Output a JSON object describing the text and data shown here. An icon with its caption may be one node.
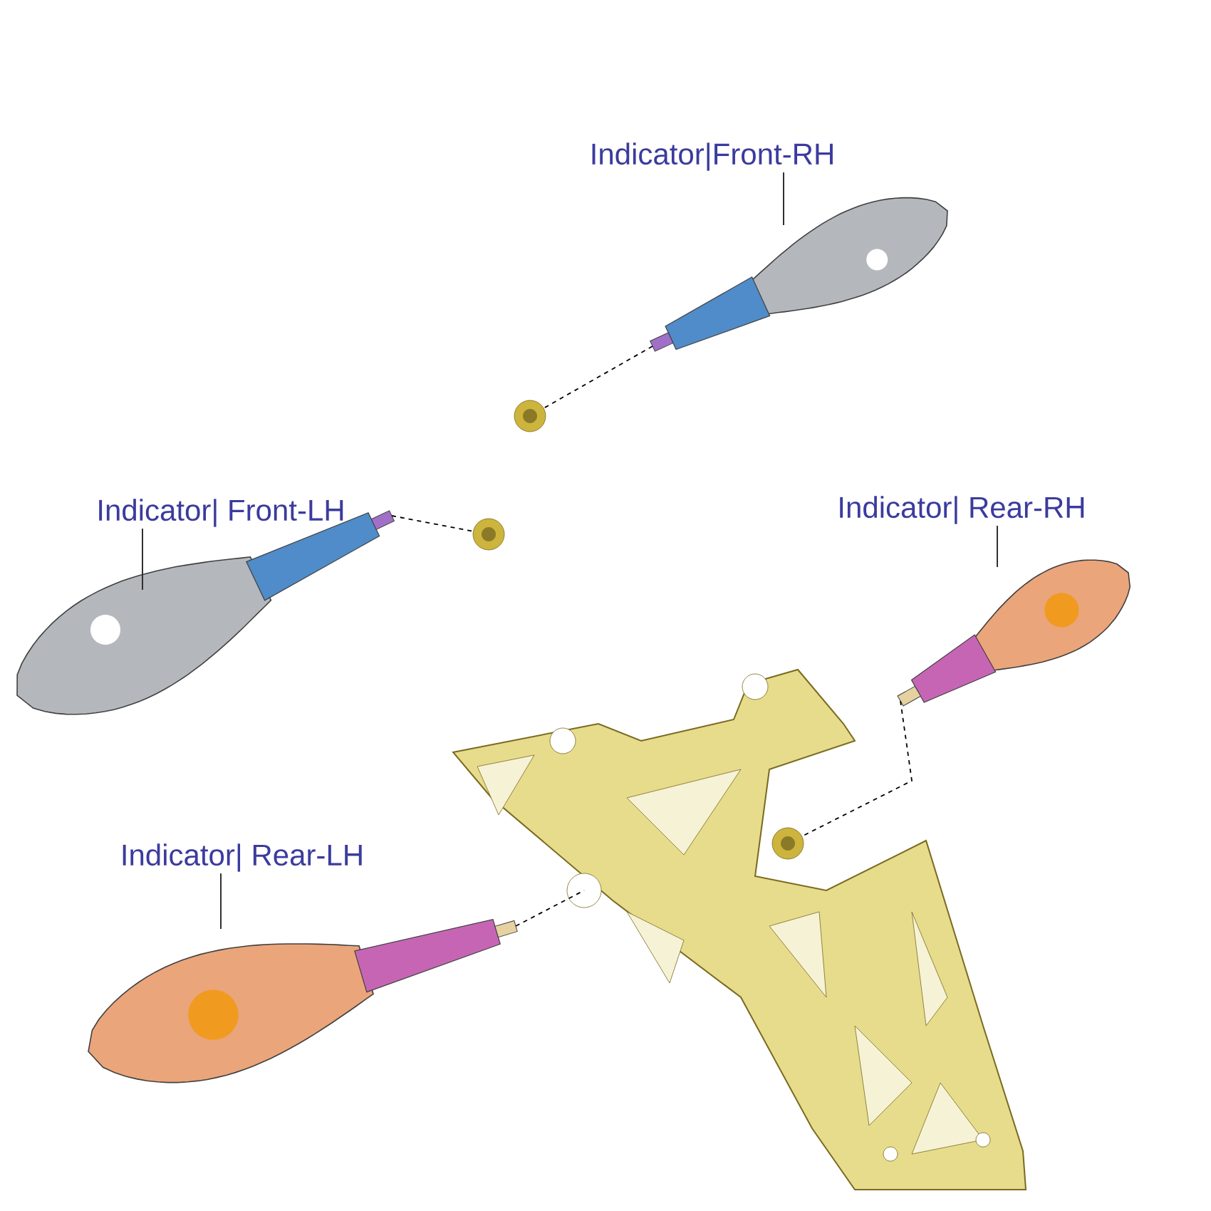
{
  "diagram": {
    "nodes": [
      {
        "text": [
          "Indicator|Front-RH"
        ]
      },
      {
        "text": [],
        "shape": "picture"
      },
      {
        "text": [
          "Indicator| Front-LH"
        ]
      },
      {
        "text": [],
        "shape": "picture"
      },
      {
        "text": [
          "Indicator| Rear-RH"
        ]
      },
      {
        "text": [],
        "shape": "picture"
      },
      {
        "text": [
          "Indicator| Rear-LH"
        ]
      },
      {
        "text": [],
        "shape": "picture"
      },
      {
        "text": [],
        "shape": "picture"
      },
      {
        "text": [],
        "shape": "picture"
      },
      {
        "text": [],
        "shape": "picture"
      },
      {
        "text": [],
        "shape": "picture"
      }
    ],
    "edges": [
      {
        "from": 0,
        "to": 1,
        "arrow": "none"
      },
      {
        "from": 2,
        "to": 3,
        "arrow": "none"
      },
      {
        "from": 4,
        "to": 5,
        "arrow": "none"
      },
      {
        "from": 6,
        "to": 7,
        "arrow": "none"
      },
      {
        "from": 1,
        "to": 8,
        "arrow": "none",
        "style": "dashed"
      },
      {
        "from": 3,
        "to": 9,
        "arrow": "none",
        "style": "dashed"
      },
      {
        "from": 5,
        "to": 10,
        "arrow": "none",
        "style": "dashed"
      },
      {
        "from": 7,
        "to": 11,
        "arrow": "none",
        "style": "dashed"
      }
    ]
  }
}
